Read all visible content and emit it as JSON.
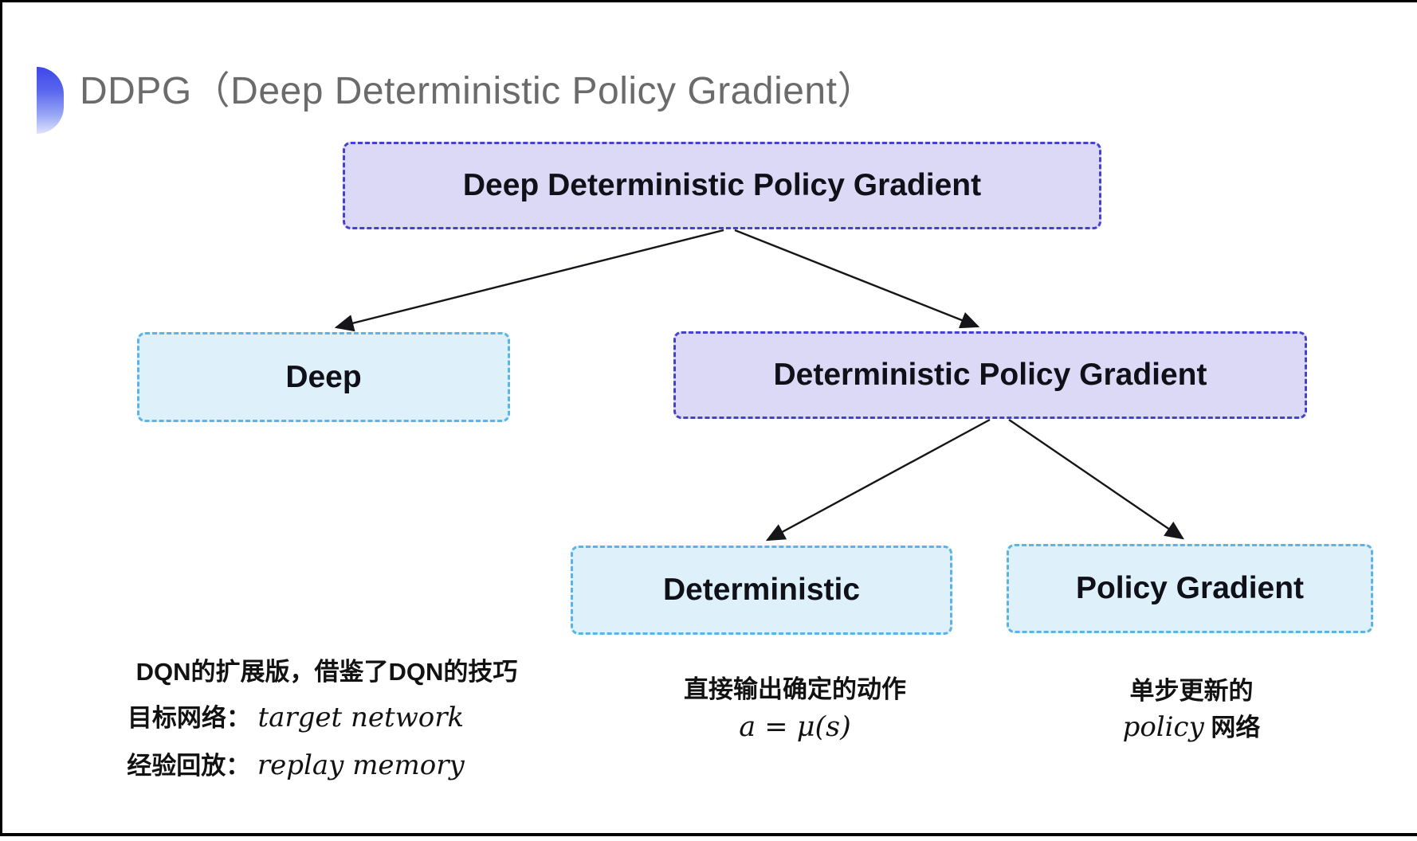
{
  "title": "DDPG（Deep Deterministic Policy Gradient）",
  "tree": {
    "root": {
      "label": "Deep Deterministic Policy Gradient"
    },
    "level1": [
      {
        "label": "Deep"
      },
      {
        "label": "Deterministic Policy Gradient"
      }
    ],
    "level2": [
      {
        "label": "Deterministic"
      },
      {
        "label": "Policy Gradient"
      }
    ]
  },
  "notes": {
    "deep": {
      "line1": "DQN的扩展版，借鉴了DQN的技巧",
      "line2_label": "目标网络：",
      "line2_value": "target network",
      "line3_label": "经验回放：",
      "line3_value": "replay memory"
    },
    "deterministic": {
      "line1": "直接输出确定的动作",
      "line2": "a = μ(s)"
    },
    "policy_gradient": {
      "line1": "单步更新的",
      "line2_italic": "policy",
      "line2_rest": " 网络"
    }
  },
  "colors": {
    "purple_fill": "#dcd9f7",
    "purple_border": "#4341cf",
    "cyan_fill": "#def1fb",
    "cyan_border": "#5cb3e6",
    "title_gray": "#6b6b6b",
    "arrow_black": "#15151a",
    "bullet_blue_top": "#3d47e8",
    "bullet_blue_bottom": "#dde4fc"
  }
}
